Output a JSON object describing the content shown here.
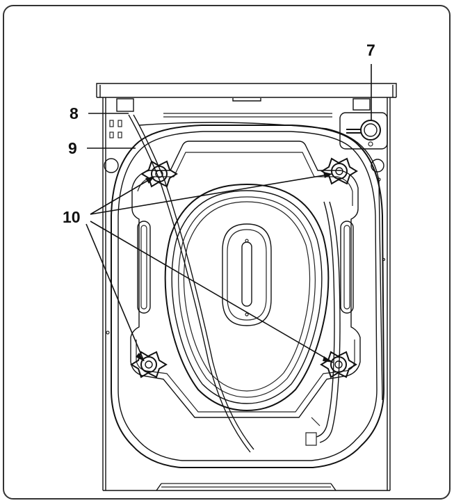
{
  "callouts": [
    {
      "id": "c7",
      "label": "7"
    },
    {
      "id": "c8",
      "label": "8"
    },
    {
      "id": "c9",
      "label": "9"
    },
    {
      "id": "c10",
      "label": "10"
    }
  ],
  "colors": {
    "line": "#111111",
    "frame": "#333333",
    "background": "#ffffff"
  }
}
